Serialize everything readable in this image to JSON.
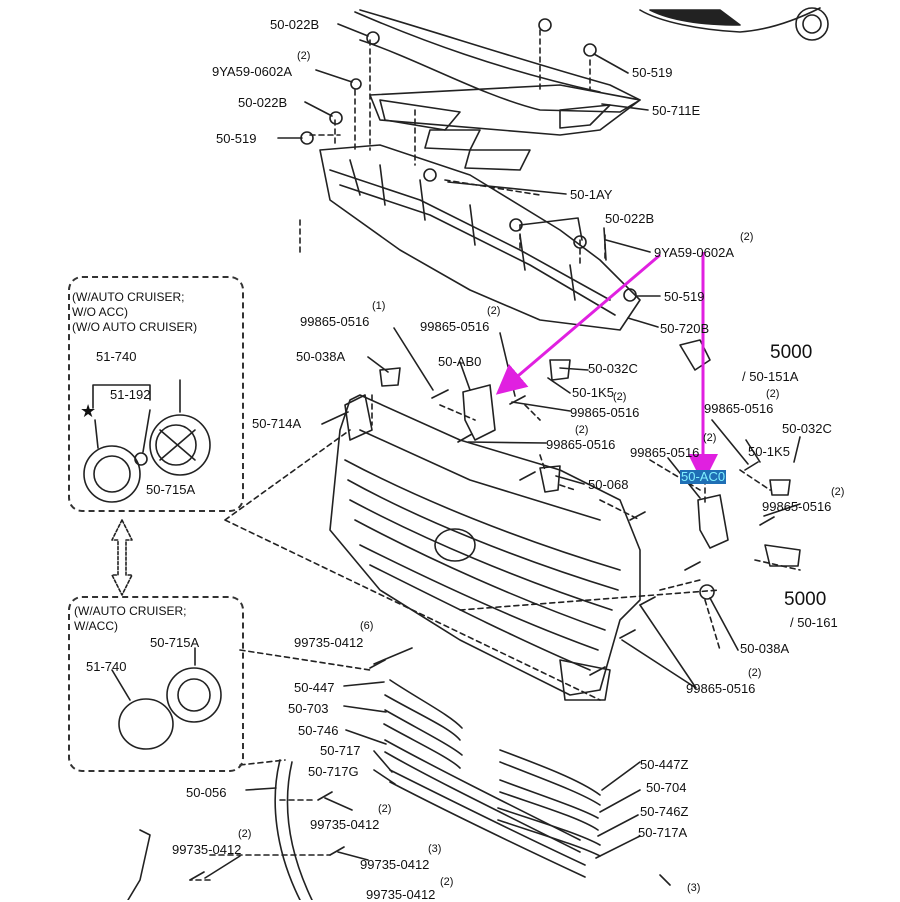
{
  "colors": {
    "line": "#222222",
    "accent": "#e020e0",
    "highlight_bg": "#1f6fb5",
    "highlight_text": "#7ff0ff"
  },
  "labels": {
    "l_50_022B_a": "50-022B",
    "l_9YA59_a": "9YA59-0602A",
    "l_50_022B_b": "50-022B",
    "l_50_519_a": "50-519",
    "l_50_519_b": "50-519",
    "l_50_711E": "50-711E",
    "l_50_1AY": "50-1AY",
    "l_50_022B_c": "50-022B",
    "l_9YA59_b": "9YA59-0602A",
    "l_50_519_c": "50-519",
    "l_50_720B": "50-720B",
    "l_99865_a": "99865-0516",
    "l_99865_b": "99865-0516",
    "l_50_038A_a": "50-038A",
    "l_50_AB0": "50-AB0",
    "l_50_032C_a": "50-032C",
    "l_50_1K5_a": "50-1K5",
    "l_5000_a": "5000",
    "l_50_151A": "/ 50-151A",
    "l_99865_c": "99865-0516",
    "l_50_714A": "50-714A",
    "l_99865_d": "99865-0516",
    "l_99865_e": "99865-0516",
    "l_50_032C_b": "50-032C",
    "l_99865_f": "99865-0516",
    "l_50_1K5_b": "50-1K5",
    "l_50_AC0": "50-AC0",
    "l_50_068": "50-068",
    "l_99865_g": "99865-0516",
    "l_5000_b": "5000",
    "l_50_161": "/ 50-161",
    "l_50_038A_b": "50-038A",
    "l_99865_h": "99865-0516",
    "l_99735_a": "99735-0412",
    "l_50_447": "50-447",
    "l_50_703": "50-703",
    "l_50_746": "50-746",
    "l_50_717": "50-717",
    "l_50_717G": "50-717G",
    "l_50_056": "50-056",
    "l_99735_b": "99735-0412",
    "l_99735_c": "99735-0412",
    "l_99735_d": "99735-0412",
    "l_99735_e": "99735-0412",
    "l_50_447Z": "50-447Z",
    "l_50_704": "50-704",
    "l_50_746Z": "50-746Z",
    "l_50_717A": "50-717A"
  },
  "quantities": {
    "q_a": "(2)",
    "q_b": "(2)",
    "q_c": "(1)",
    "q_d": "(2)",
    "q_e": "(2)",
    "q_f": "(2)",
    "q_g": "(2)",
    "q_h": "(2)",
    "q_i": "(6)",
    "q_j": "(2)",
    "q_k": "(2)",
    "q_l": "(2)",
    "q_m": "(3)",
    "q_n": "(2)",
    "q_o": "(3)",
    "q_p": "(2)"
  },
  "inset_top": {
    "line1": "(W/AUTO CRUISER;",
    "line2": "W/O ACC)",
    "line3": "(W/O AUTO CRUISER)",
    "part_a": "51-740",
    "part_b": "51-192",
    "part_c": "50-715A",
    "star": "★"
  },
  "inset_bottom": {
    "line1": "(W/AUTO CRUISER;",
    "line2": "W/ACC)",
    "part_a": "50-715A",
    "part_b": "51-740"
  }
}
